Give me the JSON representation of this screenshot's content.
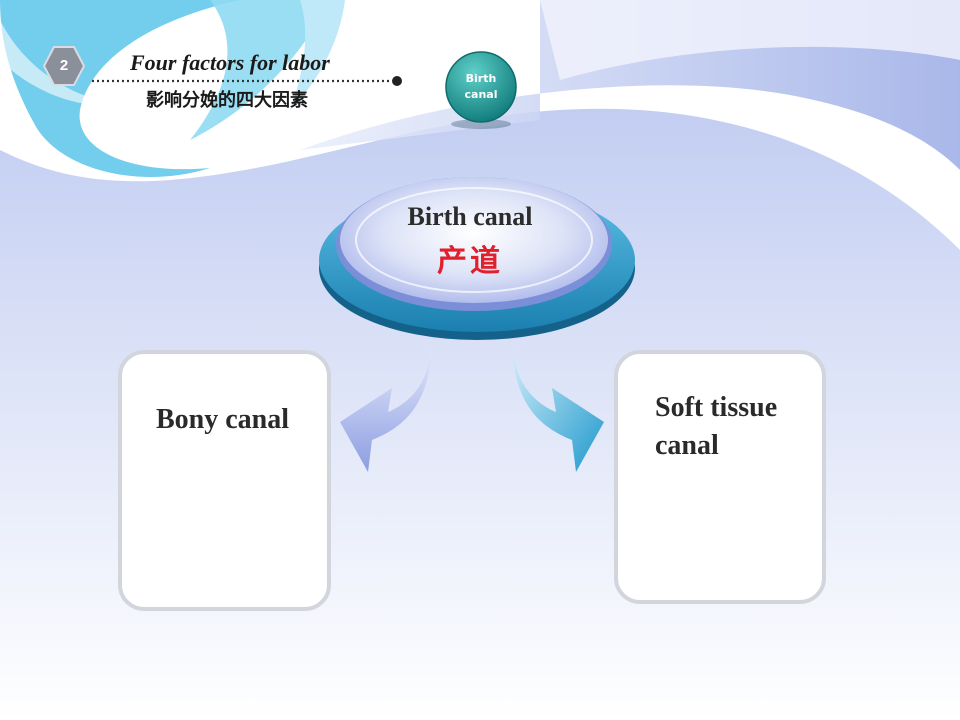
{
  "header": {
    "section_number": "2",
    "title_en": "Four factors for labor",
    "title_zh": "影响分娩的四大因素",
    "nav_button_label": "Birth canal"
  },
  "diagram": {
    "center": {
      "label_en": "Birth canal",
      "label_zh": "产道"
    },
    "left_box": {
      "label": "Bony canal"
    },
    "right_box": {
      "label": "Soft tissue canal"
    }
  },
  "colors": {
    "header_accent": "#4cc4e8",
    "nav_button": "#1f9a9a",
    "center_disc": "#2b9cc9",
    "center_text_zh": "#e0202a",
    "left_arrow": "#9aa8e6",
    "right_arrow": "#2fa3cf"
  }
}
